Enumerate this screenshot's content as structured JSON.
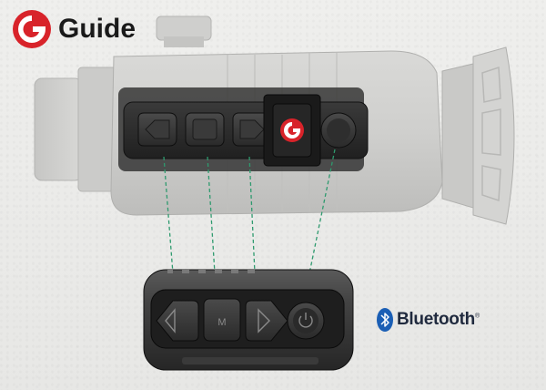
{
  "brand": {
    "name": "Guide",
    "accent_color": "#d8232a"
  },
  "bluetooth": {
    "label": "Bluetooth",
    "trademark": "®",
    "icon": "bluetooth-icon",
    "color": "#1b5fb5"
  },
  "device_buttons": [
    "back-button",
    "menu-button",
    "forward-button",
    "logo-power-button",
    "round-button"
  ],
  "remote_buttons": [
    "back-button",
    "menu-button",
    "forward-button",
    "power-button"
  ],
  "remote_menu_glyph": "M"
}
